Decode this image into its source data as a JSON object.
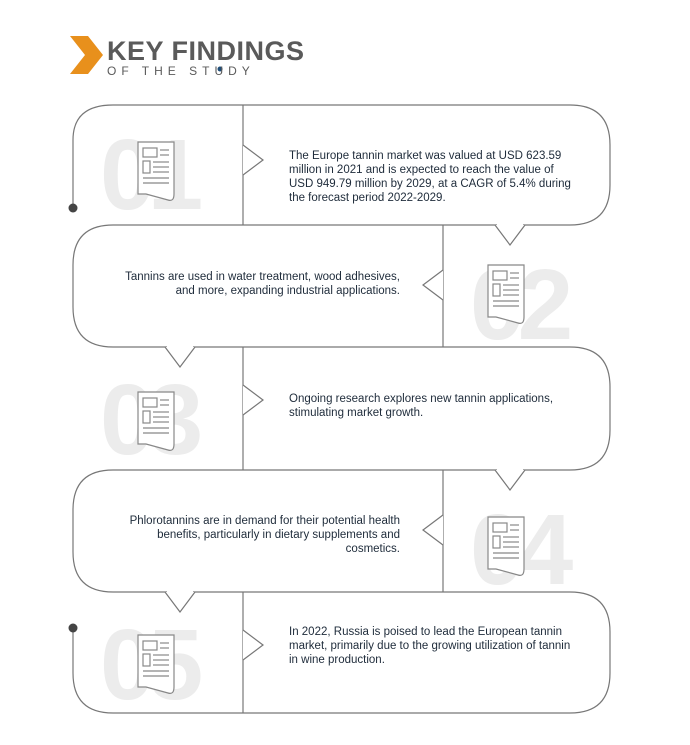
{
  "header": {
    "title": "KEY FINDINGS",
    "subtitle": "OF THE STUDY",
    "accent_color": "#e8901c",
    "text_color": "#5a5a5a"
  },
  "findings": [
    {
      "number": "01",
      "text": "The Europe tannin market was valued at USD 623.59 million in 2021 and is expected to reach the value of USD 949.79 million by 2029, at a CAGR of 5.4% during the forecast period 2022-2029.",
      "icon": "newspaper-icon"
    },
    {
      "number": "02",
      "text": "Tannins are used in water treatment, wood adhesives, and more, expanding industrial applications.",
      "icon": "newspaper-icon"
    },
    {
      "number": "03",
      "text": "Ongoing research explores new tannin applications, stimulating market growth.",
      "icon": "newspaper-icon"
    },
    {
      "number": "04",
      "text": "Phlorotannins are in demand for their potential health benefits, particularly in dietary supplements and cosmetics.",
      "icon": "newspaper-icon"
    },
    {
      "number": "05",
      "text": "In 2022, Russia is poised to lead the European tannin market, primarily due to the growing utilization of tannin in wine production.",
      "icon": "newspaper-icon"
    }
  ]
}
